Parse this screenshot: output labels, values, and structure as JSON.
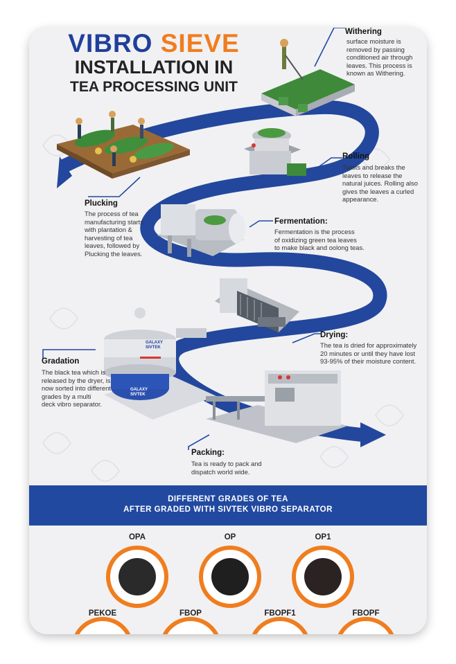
{
  "header": {
    "title_word1": "VIBRO",
    "title_word2": "SIEVE",
    "title_line2": "INSTALLATION IN",
    "title_line3": "TEA PROCESSING UNIT"
  },
  "steps": {
    "withering": {
      "label": "Withering",
      "desc": [
        "surface moisture is",
        "removed by passing",
        "conditioned air through",
        "leaves. This process is",
        "known as Withering."
      ]
    },
    "rolling": {
      "label": "Rolling",
      "desc": [
        "Twists and breaks the",
        "leaves to release the",
        "natural juices. Rolling also",
        "gives the leaves a curled",
        "appearance."
      ]
    },
    "plucking": {
      "label": "Plucking",
      "desc": [
        "The process of tea",
        "manufacturing starts",
        "with plantation &",
        "harvesting of tea",
        "leaves, followed by",
        "Plucking the leaves."
      ]
    },
    "fermentation": {
      "label": "Fermentation:",
      "desc": [
        "Fermentation is the process",
        "of oxidizing green tea leaves",
        "to make black and oolong teas."
      ]
    },
    "drying": {
      "label": "Drying:",
      "desc": [
        "The tea is dried for approximately",
        "20 minutes or until they have lost",
        "93-95% of their moisture content."
      ]
    },
    "gradation": {
      "label": "Gradation",
      "desc": [
        "The black tea which is",
        "released by the dryer, is",
        "now sorted into different",
        "grades by a multi",
        "deck vibro separator."
      ]
    },
    "packing": {
      "label": "Packing:",
      "desc": [
        "Tea is ready to pack and",
        "dispatch world wide."
      ]
    }
  },
  "machine_brand": "GALAXY SIVTEK",
  "grades_band": {
    "line1": "DIFFERENT GRADES OF TEA",
    "line2": "AFTER GRADED WITH SIVTEK VIBRO SEPARATOR"
  },
  "grades": [
    "OPA",
    "OP",
    "OP1",
    "PEKOE",
    "FBOP",
    "FBOPF1",
    "FBOPF"
  ],
  "colors": {
    "brand_blue": "#1f3f9a",
    "brand_orange": "#f07d1e",
    "band_blue": "#2149a0",
    "road_blue": "#23479d"
  }
}
